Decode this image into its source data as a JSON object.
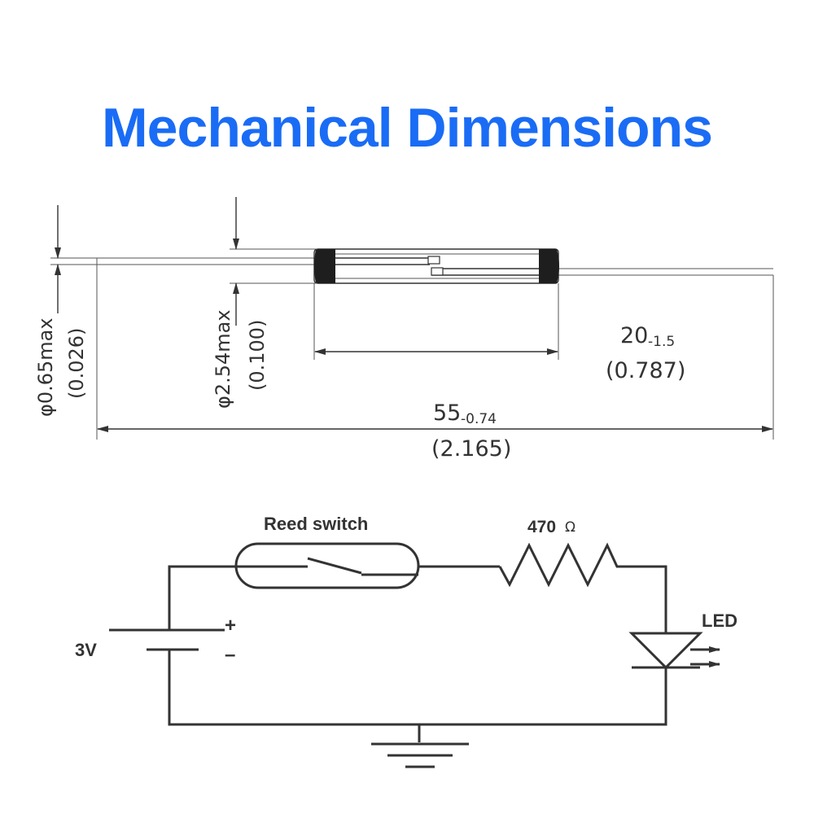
{
  "title": {
    "text": "Mechanical Dimensions",
    "color": "#1a6cf5"
  },
  "dimensions": {
    "wire_diameter": {
      "value": "φ0.65max",
      "inch": "(0.026)"
    },
    "glass_diameter": {
      "value": "φ2.54max",
      "inch": "(0.100)"
    },
    "glass_length": {
      "value": "20",
      "tolerance": "-1.5",
      "inch": "(0.787)"
    },
    "total_length": {
      "value": "55",
      "tolerance": "-0.74",
      "inch": "(2.165)"
    }
  },
  "circuit": {
    "switch_label": "Reed switch",
    "resistor_value": "470",
    "resistor_unit": "Ω",
    "led_label": "LED",
    "voltage_label": "3V",
    "plus": "+",
    "minus": "–"
  }
}
